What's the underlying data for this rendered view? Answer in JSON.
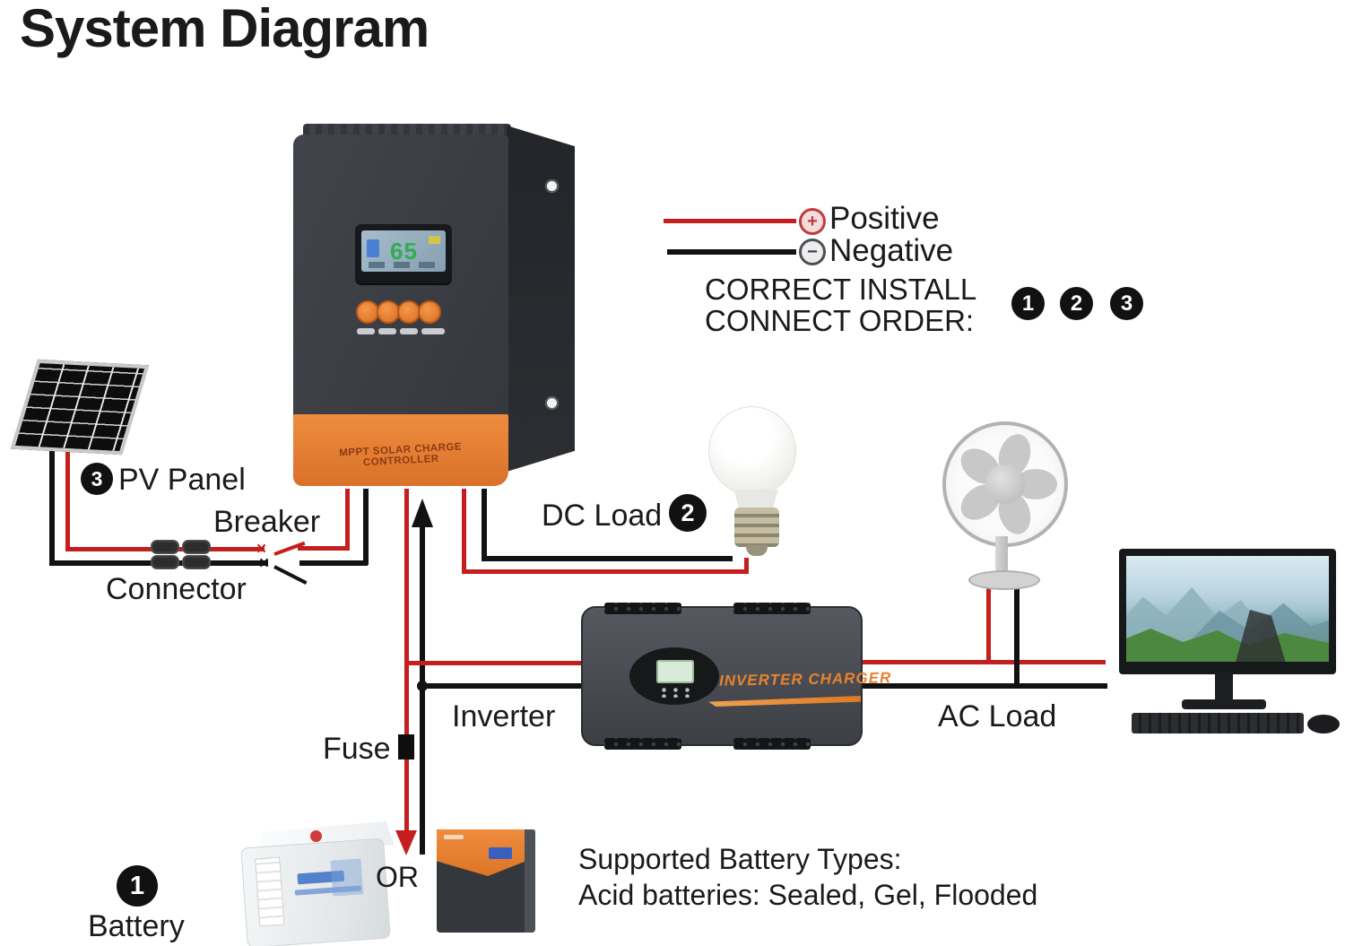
{
  "title": "System Diagram",
  "legend": {
    "positive": "Positive",
    "negative": "Negative",
    "install_line1": "CORRECT INSTALL",
    "install_line2": "CONNECT ORDER:",
    "order_badges": [
      "1",
      "2",
      "3"
    ],
    "plus_symbol": "+",
    "minus_symbol": "−",
    "wire_red": "#c41e1e",
    "wire_black": "#121212"
  },
  "labels": {
    "pv_badge": "3",
    "pv_panel": "PV Panel",
    "breaker": "Breaker",
    "connector": "Connector",
    "dc_load": "DC Load",
    "dc_badge": "2",
    "inverter": "Inverter",
    "ac_load": "AC Load",
    "fuse": "Fuse",
    "or": "OR",
    "battery_badge": "1",
    "battery": "Battery",
    "battery_types_line1": "Supported Battery Types:",
    "battery_types_line2": "Acid batteries: Sealed, Gel, Flooded"
  },
  "devices": {
    "controller_label": "MPPT SOLAR CHARGE CONTROLLER",
    "controller_lcd": "65",
    "inverter_label": "INVERTER CHARGER"
  },
  "colors": {
    "accent_orange": "#e8823a",
    "badge_black": "#111111"
  }
}
